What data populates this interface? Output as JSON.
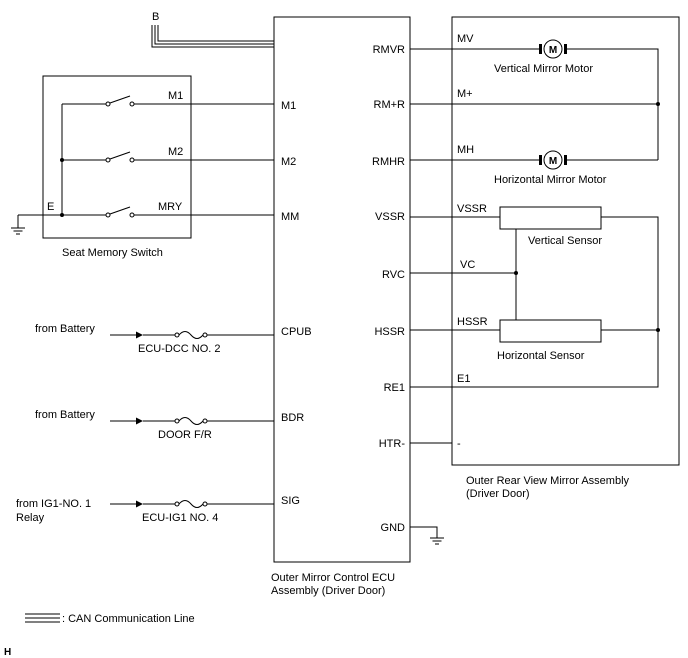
{
  "ecu": {
    "pins_left": {
      "m1": "M1",
      "m2": "M2",
      "mm": "MM",
      "cpub": "CPUB",
      "bdr": "BDR",
      "sig": "SIG"
    },
    "pins_right": {
      "rmvr": "RMVR",
      "rmr": "RM+R",
      "rmhr": "RMHR",
      "vssr": "VSSR",
      "rvc": "RVC",
      "hssr": "HSSR",
      "re1": "RE1",
      "htr": "HTR-",
      "gnd": "GND"
    },
    "name_line1": "Outer Mirror Control ECU",
    "name_line2": "Assembly (Driver Door)"
  },
  "can_top_label": "B",
  "seat_switch": {
    "wires": {
      "m1": "M1",
      "m2": "M2",
      "mry": "MRY",
      "e": "E"
    },
    "title": "Seat Memory Switch"
  },
  "power": {
    "cpub_source": "from Battery",
    "cpub_fuse": "ECU-DCC NO. 2",
    "bdr_source": "from Battery",
    "bdr_fuse": "DOOR F/R",
    "sig_source_line1": "from IG1-NO. 1",
    "sig_source_line2": "Relay",
    "sig_fuse": "ECU-IG1 NO. 4"
  },
  "mirror": {
    "wires": {
      "mv": "MV",
      "mplus": "M+",
      "mh": "MH",
      "vssr": "VSSR",
      "vc": "VC",
      "hssr": "HSSR",
      "e1": "E1",
      "htr": "-"
    },
    "vertical_motor": "Vertical Mirror Motor",
    "horizontal_motor": "Horizontal Mirror Motor",
    "motor_symbol": "M",
    "vertical_sensor": "Vertical Sensor",
    "horizontal_sensor": "Horizontal Sensor",
    "name_line1": "Outer Rear View Mirror Assembly",
    "name_line2": "(Driver Door)"
  },
  "legend": {
    "can_label": ": CAN Communication Line"
  },
  "corner_mark": "H",
  "icons": [
    "ground-icon",
    "fuse-icon",
    "motor-icon",
    "switch-icon",
    "arrow-icon"
  ]
}
